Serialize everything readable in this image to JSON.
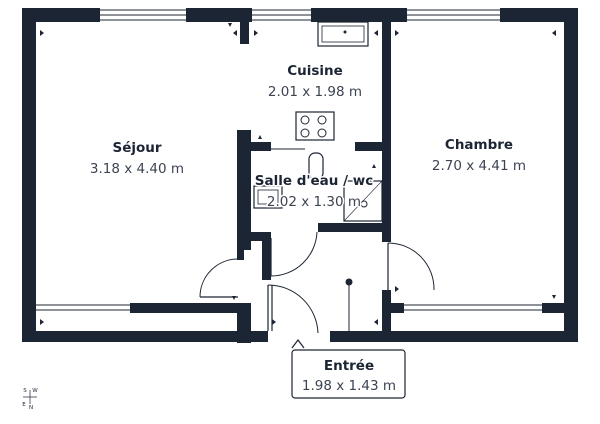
{
  "rooms": {
    "sejour": {
      "name": "Séjour",
      "dims": "3.18 x 4.40 m"
    },
    "cuisine": {
      "name": "Cuisine",
      "dims": "2.01 x 1.98 m"
    },
    "chambre": {
      "name": "Chambre",
      "dims": "2.70 x 4.41 m"
    },
    "salle": {
      "name": "Salle d'eau / wc",
      "dims": "2.02 x 1.30 m"
    },
    "entree": {
      "name": "Entrée",
      "dims": "1.98 x 1.43 m"
    }
  },
  "compass": {
    "n": "N",
    "s": "S",
    "e": "E",
    "w": "W"
  },
  "colors": {
    "wall": "#1c2533",
    "background": "#ffffff",
    "label": "#1c2533"
  }
}
